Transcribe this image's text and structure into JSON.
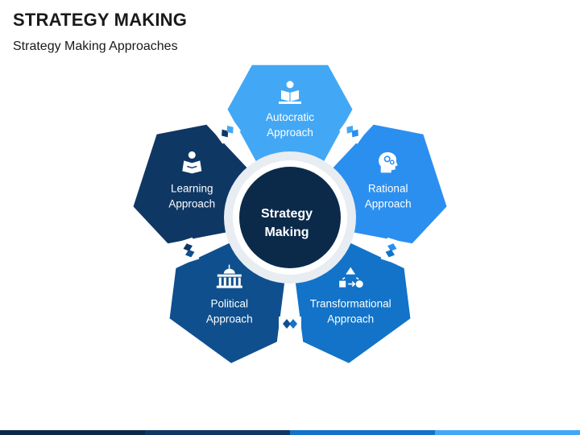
{
  "header": {
    "title": "STRATEGY MAKING",
    "subtitle": "Strategy Making Approaches"
  },
  "center": {
    "line1": "Strategy",
    "line2": "Making",
    "color": "#0b2a4a"
  },
  "petals": [
    {
      "line1": "Autocratic",
      "line2": "Approach",
      "icon": "reading-person-icon",
      "color": "#42a8f5"
    },
    {
      "line1": "Rational",
      "line2": "Approach",
      "icon": "head-gears-icon",
      "color": "#2b8ff0"
    },
    {
      "line1": "Transformational",
      "line2": "Approach",
      "icon": "process-flow-icon",
      "color": "#1273c8"
    },
    {
      "line1": "Political",
      "line2": "Approach",
      "icon": "government-building-icon",
      "color": "#0f4f8e"
    },
    {
      "line1": "Learning",
      "line2": "Approach",
      "icon": "student-book-icon",
      "color": "#0e3764"
    }
  ],
  "colors": {
    "ring": "#e8edf2",
    "bar": [
      "#0b2a4a",
      "#0e3764",
      "#1273c8",
      "#42a8f5"
    ]
  }
}
